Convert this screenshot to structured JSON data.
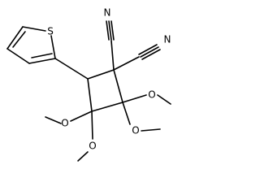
{
  "molecule": {
    "atom_labels": {
      "sulfur": "S",
      "nitrile_n1": "N",
      "nitrile_n2": "N",
      "methoxy_o1": "O",
      "methoxy_o2": "O",
      "methoxy_o3": "O",
      "methoxy_o4": "O"
    },
    "colors": {
      "bond": "#000000",
      "label": "#000000",
      "background": "#ffffff"
    }
  }
}
